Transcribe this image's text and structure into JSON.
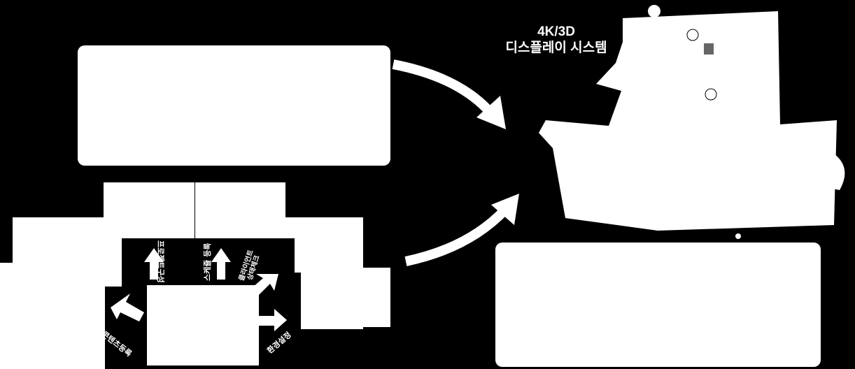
{
  "display_title_line1": "4K/3D",
  "display_title_line2": "디스플레이 시스템",
  "steps": [
    {
      "label": "콘텐츠등록"
    },
    {
      "label": "프로젝트구성"
    },
    {
      "label": "스케쥴 등록"
    },
    {
      "label": "클라이언트\n상태체크"
    },
    {
      "label": "환경설정"
    }
  ],
  "colors": {
    "background": "#000000",
    "foreground": "#ffffff"
  }
}
